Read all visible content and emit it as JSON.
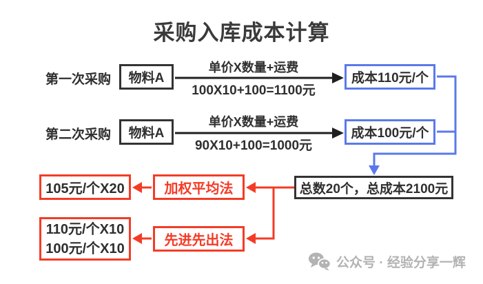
{
  "title": "采购入库成本计算",
  "colors": {
    "box_border_black": "#333333",
    "accent_blue": "#5b79ea",
    "accent_red": "#f43b25",
    "text_dark": "#2f2f2f",
    "watermark_gray": "#b3b3b3"
  },
  "rows": [
    {
      "label": "第一次采购",
      "material": "物料A",
      "formula_top": "单价X数量+运费",
      "formula_bottom": "100X10+100=1100元",
      "result": "成本110元/个"
    },
    {
      "label": "第二次采购",
      "material": "物料A",
      "formula_top": "单价X数量+运费",
      "formula_bottom": "90X10+100=1000元",
      "result": "成本100元/个"
    }
  ],
  "total_box": "总数20个，总成本2100元",
  "methods": [
    {
      "name": "加权平均法",
      "result_line1": "105元/个X20"
    },
    {
      "name": "先进先出法",
      "result_line1": "110元/个X10",
      "result_line2": "100元/个X10"
    }
  ],
  "watermark": {
    "icon": "wechat-icon",
    "text": "公众号 · 经验分享一辉"
  }
}
